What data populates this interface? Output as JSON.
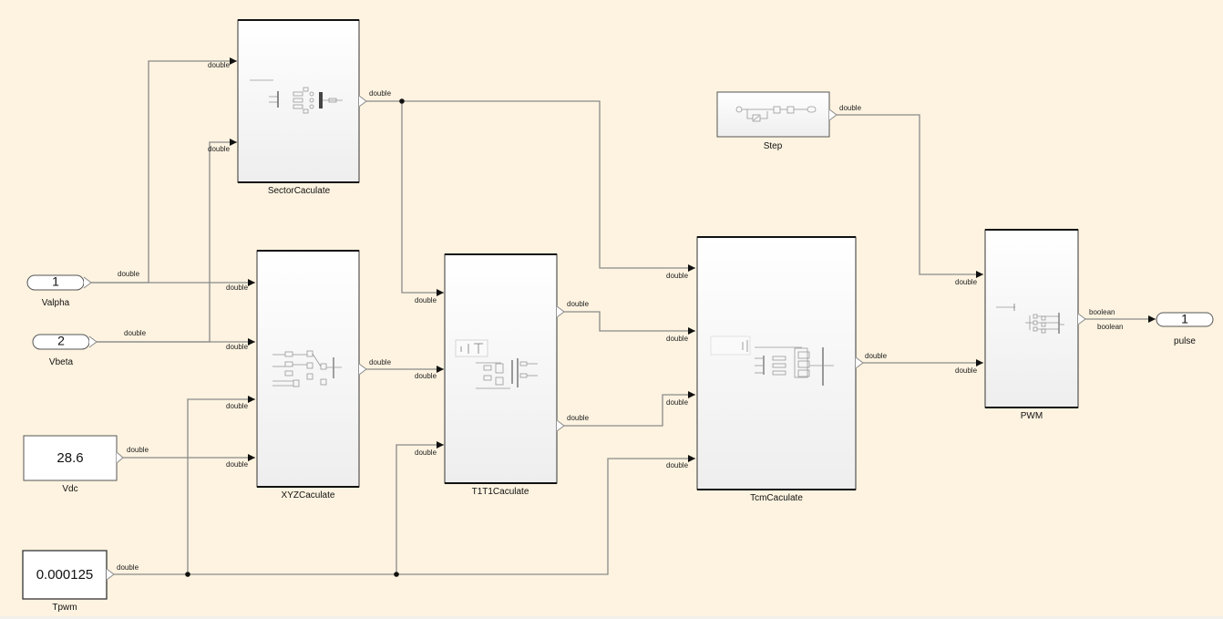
{
  "diagram": {
    "inports": [
      {
        "id": "valpha",
        "number": "1",
        "name": "Valpha"
      },
      {
        "id": "vbeta",
        "number": "2",
        "name": "Vbeta"
      }
    ],
    "outports": [
      {
        "id": "pulse",
        "number": "1",
        "name": "pulse"
      }
    ],
    "constants": [
      {
        "id": "vdc",
        "value": "28.6",
        "name": "Vdc"
      },
      {
        "id": "tpwm",
        "value": "0.000125",
        "name": "Tpwm"
      }
    ],
    "subsystems": [
      {
        "id": "sector",
        "name": "SectorCaculate"
      },
      {
        "id": "xyz",
        "name": "XYZCaculate"
      },
      {
        "id": "t1t1",
        "name": "T1T1Caculate"
      },
      {
        "id": "tcm",
        "name": "TcmCaculate"
      },
      {
        "id": "step",
        "name": "Step"
      },
      {
        "id": "pwm",
        "name": "PWM"
      }
    ],
    "signal_labels": {
      "double": "double",
      "boolean": "boolean"
    }
  }
}
